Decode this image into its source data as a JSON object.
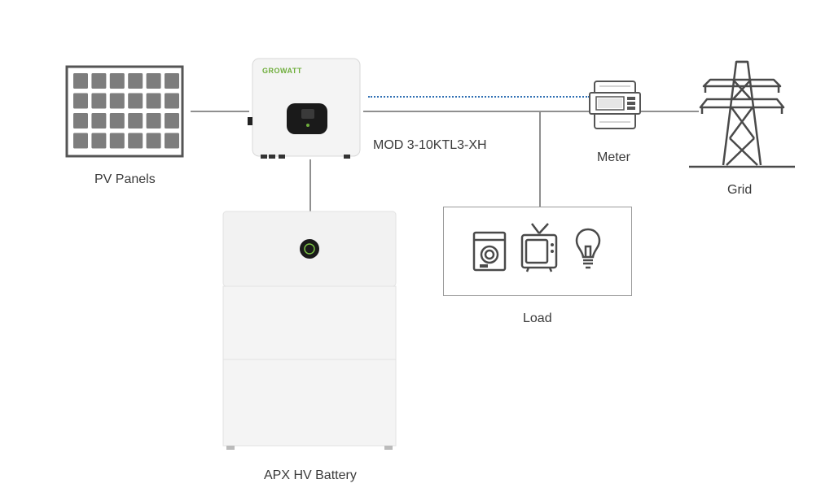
{
  "diagram": {
    "pv_label": "PV Panels",
    "inverter_brand": "GROWATT",
    "inverter_model": "MOD 3-10KTL3-XH",
    "meter_label": "Meter",
    "grid_label": "Grid",
    "load_label": "Load",
    "battery_label": "APX HV Battery"
  },
  "colors": {
    "line": "#8f8f8f",
    "comm_line": "#2f6fb3",
    "brand_green": "#6fae3c",
    "device_body": "#f4f4f4"
  },
  "icons": [
    "solar-panel-icon",
    "inverter-icon",
    "smart-meter-icon",
    "transmission-tower-icon",
    "washing-machine-icon",
    "tv-icon",
    "light-bulb-icon",
    "battery-stack-icon"
  ]
}
